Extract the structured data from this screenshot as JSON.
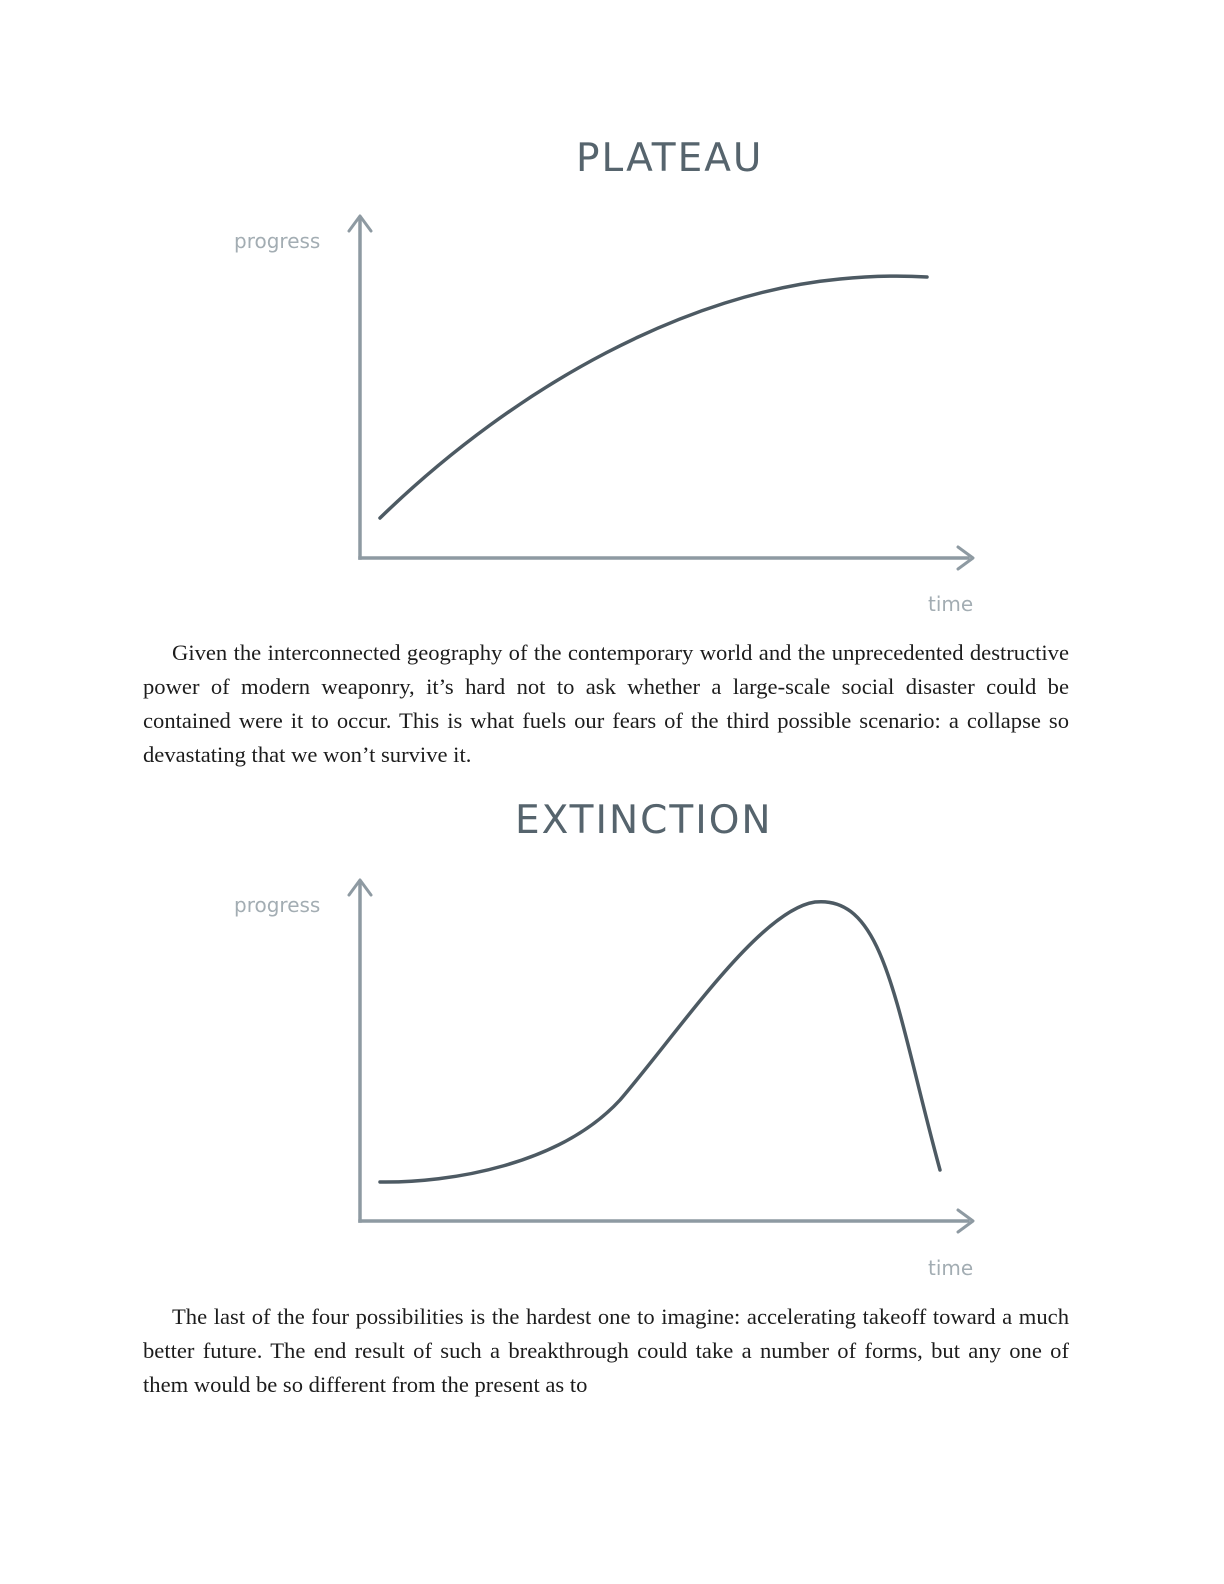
{
  "figures": [
    {
      "title": "PLATEAU",
      "y_axis_label": "progress",
      "x_axis_label": "time"
    },
    {
      "title": "EXTINCTION",
      "y_axis_label": "progress",
      "x_axis_label": "time"
    }
  ],
  "paragraphs": [
    "Given the interconnected geography of the contemporary world and the unprecedented destructive power of modern weaponry, it’s hard not to ask whether a large-scale social disaster could be contained were it to occur. This is what fuels our fears of the third possible scenario: a collapse so devastating that we won’t survive it.",
    "The last of the four possibilities is the hardest one to imagine: accelerating takeoff toward a much better future. The end result of such a breakthrough could take a number of forms, but any one of them would be so different from the present as to"
  ],
  "colors": {
    "title": "#56646d",
    "axis": "#8e9aa2",
    "axis_label": "#a3adb3",
    "curve": "#4d5a63",
    "text": "#1c1c1c"
  }
}
